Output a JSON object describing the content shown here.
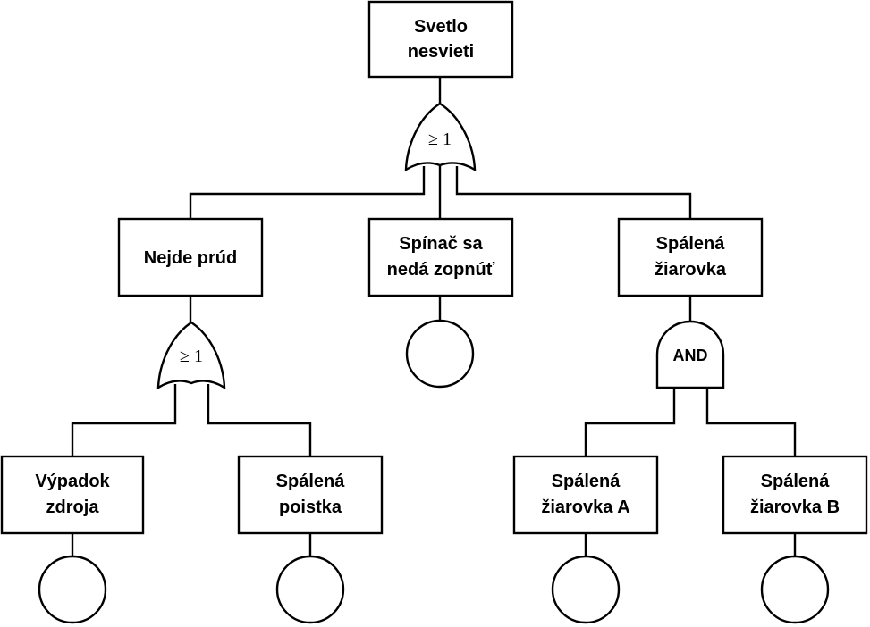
{
  "events": {
    "top": [
      "Svetlo",
      "nesvieti"
    ],
    "no_current": [
      "Nejde prúd"
    ],
    "switch": [
      "Spínač sa",
      "nedá zopnúť"
    ],
    "burnt_bulb": [
      "Spálená",
      "žiarovka"
    ],
    "supply_failure": [
      "Výpadok",
      "zdroja"
    ],
    "burnt_fuse": [
      "Spálená",
      "poistka"
    ],
    "burnt_bulb_a": [
      "Spálená",
      "žiarovka A"
    ],
    "burnt_bulb_b": [
      "Spálená",
      "žiarovka B"
    ]
  },
  "gates": {
    "top_or": "≥ 1",
    "left_or": "≥ 1",
    "right_and": "AND"
  }
}
